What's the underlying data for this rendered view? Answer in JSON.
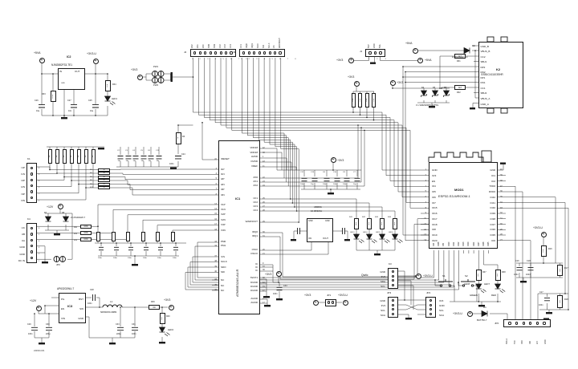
{
  "sheet": {
    "footer_id": "240300-031"
  },
  "nets": {
    "p5va": "+5VA",
    "p3v3": "+3V3",
    "p3v3u": "+3V3-U",
    "p12v": "+12V"
  },
  "ldo": {
    "ref": "IC2",
    "part": "NJM2882F33-TE1",
    "pin_in": "IN",
    "pin_out": "OUT",
    "pin_gnd": "GND",
    "r33": {
      "ref": "R33",
      "value": "100k"
    },
    "r34": {
      "ref": "R34",
      "value": "10k"
    },
    "c26": {
      "ref": "C26",
      "value": "10µ"
    },
    "c27": {
      "ref": "C27",
      "value": "10n"
    },
    "c25": {
      "ref": "C25",
      "value": "10µ"
    },
    "led1": {
      "ref": "LED1"
    }
  },
  "filters": {
    "pw1": "PW1",
    "pw2": "PW2",
    "jp6": "JP6"
  },
  "headers": {
    "j2": {
      "ref": "J2",
      "pins": [
        "ZX2",
        "ZX1",
        "ZX0",
        "PM0",
        "PM1",
        "CF2",
        "CF3",
        "CF4"
      ],
      "numbers": "1 2 3 4 5 6 7 8"
    },
    "j3": {
      "ref": "J3",
      "pins": [
        "CF1",
        "IRQ0",
        "IRQ1",
        "SDO",
        "SDI",
        "SCLK",
        "CS",
        "WARNOUT"
      ],
      "numbers": "1 2 3 4 5 6 7 8"
    },
    "j1": {
      "ref": "J1",
      "pins": [
        "5VP",
        "GND",
        "5VA"
      ],
      "numbers": "1 2 3"
    }
  },
  "usb": {
    "ref": "K2",
    "part": "GSB1C411103SHR",
    "pins": [
      "GND_B",
      "VBUS_B",
      "CC2",
      "SBU1",
      "DP2",
      "DN2",
      "DP1",
      "DN1",
      "CC1",
      "SBU2",
      "VBUS_A",
      "GND_A"
    ],
    "d2": {
      "ref": "D2",
      "part": "1N5819HW-7-F"
    },
    "r31": {
      "ref": "R31",
      "value": "4k7"
    },
    "r32": {
      "ref": "R32",
      "value": "4k7"
    },
    "tvs": {
      "refs": [
        "D4",
        "D5",
        "D6"
      ],
      "caption": "3 x SZESD9X5.0AT5G"
    }
  },
  "pullups": {
    "refs": [
      "R19",
      "R20",
      "R21",
      "R22"
    ],
    "value": "10k"
  },
  "ic1": {
    "ref": "IC1",
    "part": "ATM90E32AS-AU-R",
    "left": {
      "reset": "/RESET",
      "reset_num": "41",
      "i_names": [
        "I1P",
        "I1N",
        "I2P",
        "I2N",
        "I3P",
        "I3N"
      ],
      "i_nums": [
        "3",
        "4",
        "5",
        "6",
        "7",
        "8"
      ],
      "v_names": [
        "V1P",
        "V1N",
        "V2P",
        "V2N",
        "V3P",
        "V3N"
      ],
      "v_nums": [
        "13",
        "14",
        "15",
        "16",
        "17",
        "18"
      ],
      "pm_names": [
        "PM0",
        "PM1"
      ],
      "pm_nums": [
        "33",
        "34"
      ],
      "spi_names": [
        "/CS",
        "SCLK",
        "SDO",
        "SDI"
      ],
      "spi_nums": [
        "37",
        "38",
        "39",
        "40"
      ],
      "nc_names": [
        "NC",
        "NC",
        "NC"
      ],
      "nc_nums": [
        "44",
        "45",
        "46"
      ]
    },
    "right": {
      "pwr_names": [
        "VDD18",
        "VDD18",
        "AVDD",
        "DVDD",
        "VREF"
      ],
      "pwr_nums": [
        "42",
        "48",
        "1",
        "43",
        "11"
      ],
      "zx_names": [
        "ZX0",
        "ZX1",
        "ZX2"
      ],
      "zx_nums": [
        "22",
        "23",
        "24"
      ],
      "cf_names": [
        "CF1",
        "CF2",
        "CF3",
        "CF4"
      ],
      "cf_nums": [
        "25",
        "26",
        "27",
        "28"
      ],
      "warn_name": "WARNOUT",
      "warn_num": "29",
      "irq_names": [
        "IRQ0",
        "IRQ1"
      ],
      "irq_nums": [
        "30",
        "31"
      ],
      "osc_names": [
        "OSCI",
        "OSCO"
      ],
      "osc_nums": [
        "20",
        "21"
      ],
      "ic_names": [
        "IC",
        "IC",
        "IC"
      ],
      "ic_nums": [
        "9",
        "10",
        "36"
      ],
      "test_name": "TEST1",
      "test_num": "32",
      "dgnd_names": [
        "DGND",
        "DGND",
        "DGND"
      ],
      "dgnd_nums": [
        "12",
        "19",
        "47"
      ],
      "agnd_names": [
        "AGND",
        "AGND"
      ],
      "agnd_nums": [
        "2",
        "17"
      ]
    }
  },
  "decoup": {
    "refs": [
      "C12",
      "C13",
      "C8",
      "C10",
      "C9",
      "C7"
    ],
    "values": [
      "100n",
      "10µ",
      "100n",
      "100n",
      "100n",
      "10µ"
    ]
  },
  "agnd_cap": {
    "ref": "C34",
    "value": "100n"
  },
  "afe": {
    "k1": {
      "ref": "K1",
      "pins": [
        "I1P",
        "I1N",
        "I2P",
        "I2N",
        "I3P",
        "I3N"
      ],
      "numbers": [
        "6",
        "5",
        "4",
        "3",
        "2",
        "1"
      ]
    },
    "k4": {
      "ref": "K4",
      "pins": [
        "UC",
        "UB",
        "UA",
        "GND",
        "GND",
        "DC IN"
      ],
      "numbers": [
        "6",
        "5",
        "4",
        "3",
        "2",
        "1"
      ]
    },
    "series_r": {
      "refs": [
        "R1",
        "R4",
        "R5",
        "R6",
        "R8",
        "R12"
      ],
      "value": "1k"
    },
    "bias_r": {
      "refs": [
        "R2",
        "R7",
        "R10",
        "R11",
        "R13",
        "R14",
        "R15"
      ],
      "value": "1k"
    },
    "filter_caps": {
      "refs": [
        "C2",
        "C3",
        "C4",
        "C5",
        "C6",
        "C11"
      ],
      "value": "18n"
    },
    "c24": {
      "ref": "C24",
      "value": "100n"
    },
    "r3": {
      "ref": "R3",
      "value": "1k"
    },
    "clamp": {
      "caption": "2 x B140HW-7",
      "refs": [
        "D7",
        "D8"
      ]
    },
    "divider": {
      "refs": [
        "R30",
        "R29",
        "R28"
      ],
      "value": "100k"
    },
    "rc": {
      "r_refs": [
        "R23",
        "R24",
        "R25",
        "R26",
        "R27",
        "R36"
      ],
      "c_refs": [
        "C14",
        "C15",
        "C19",
        "C20",
        "C21",
        "C22"
      ],
      "c_value": "100n"
    }
  },
  "xtal": {
    "ref": "X1",
    "part": "ABM3G",
    "freq": "16.384MHz",
    "pin_gnd": "GND",
    "pin_xin": "XIN",
    "pin_xout": "XOUT"
  },
  "led_row": {
    "r_refs": [
      "R41",
      "R42",
      "R43",
      "R44"
    ],
    "r_value": "2k2",
    "led_refs": [
      "LED3",
      "LED4",
      "LED5",
      "LED6"
    ]
  },
  "esp": {
    "ref": "MOD1",
    "part": "ESP32-S3-WROOM-1",
    "left_names": [
      "GND",
      "3V3",
      "EN",
      "IO4",
      "IO5",
      "IO6",
      "IO7",
      "IO15",
      "IO16",
      "IO17",
      "IO18",
      "IO8",
      "IO19",
      "IO20"
    ],
    "left_nums": [
      "1",
      "2",
      "3",
      "4",
      "5",
      "6",
      "7",
      "8",
      "9",
      "10",
      "11",
      "12",
      "13",
      "14"
    ],
    "right_names": [
      "GND",
      "IO1",
      "IO2",
      "TXD0",
      "RXD0",
      "IO42",
      "IO41",
      "IO40",
      "IO39",
      "IO38",
      "IO37",
      "IO36",
      "IO35",
      "IO0"
    ],
    "right_nums": [
      "40",
      "39",
      "38",
      "37",
      "36",
      "35",
      "34",
      "33",
      "32",
      "31",
      "30",
      "29",
      "28",
      "27"
    ],
    "bottom_names": [
      "IO3",
      "IO46",
      "IO9",
      "IO10",
      "IO11",
      "IO12",
      "IO13",
      "IO14",
      "IO21",
      "IO47",
      "IO48",
      "IO45"
    ]
  },
  "jp1": {
    "ref": "JP1"
  },
  "qwiic": {
    "label": "Qwiic",
    "k3": {
      "ref": "K3",
      "pins": [
        "GND",
        "3V3",
        "SDA",
        "SCL"
      ]
    },
    "jp3": {
      "ref": "JP3",
      "pins": [
        "GND",
        "3V3",
        "SCL",
        "SCA"
      ]
    },
    "jp4": {
      "ref": "JP4",
      "pins": [
        "3V3",
        "GND",
        "SCL",
        "SCA"
      ]
    }
  },
  "buttons": {
    "s1": "S1",
    "s2": "S2"
  },
  "status": {
    "r37": {
      "ref": "R37",
      "value": "1k0"
    },
    "r38": {
      "ref": "R38",
      "value": "1k0"
    },
    "led8": {
      "ref": "LED8",
      "label": "GREEN"
    },
    "led7": {
      "ref": "LED7",
      "label": "RED"
    }
  },
  "prog": {
    "jp2": {
      "ref": "JP2",
      "pins": [
        "3V3-U",
        "TX0",
        "RX0",
        "IO0",
        "EN",
        "GND"
      ]
    },
    "d1": {
      "ref": "D1",
      "part": "BAT760-7"
    }
  },
  "right_rc": {
    "r16": {
      "ref": "R16",
      "value": "10k"
    },
    "c16": {
      "ref": "C16",
      "value": "100n"
    },
    "c18": {
      "ref": "C18",
      "value": "100n"
    },
    "r17": {
      "ref": "R17",
      "value": "1k0"
    },
    "c17": {
      "ref": "C17",
      "value": "100n"
    },
    "r18": {
      "ref": "R18",
      "value": "1k0"
    }
  },
  "buck": {
    "ref": "IC3",
    "part": "AP63202WU-7",
    "pin_pg": "PG",
    "pin_en": "EN",
    "pin_vin": "VIN",
    "pin_bst": "BST",
    "pin_sw": "SW",
    "pin_gnd": "GND",
    "l1": {
      "ref": "L1",
      "part": "SRN6045C-6R8M"
    },
    "r39": {
      "ref": "R39",
      "value": "0Ω"
    },
    "r40": {
      "ref": "R40",
      "value": "1k0"
    },
    "led2": {
      "ref": "LED2"
    },
    "c28": {
      "ref": "C28",
      "value": "100n"
    },
    "c29": {
      "ref": "C29",
      "value": "100n"
    },
    "c30": {
      "ref": "C30",
      "value": "220µ"
    },
    "c33": {
      "ref": "C33",
      "value": "220µ"
    },
    "c31": {
      "ref": "C31",
      "value": "100n"
    }
  }
}
